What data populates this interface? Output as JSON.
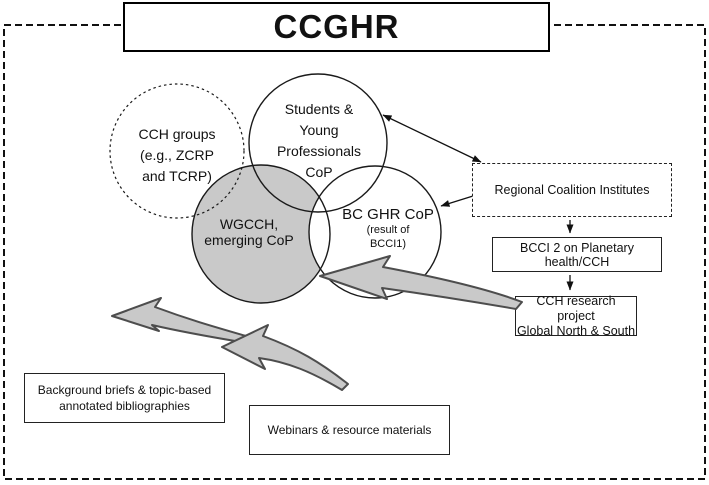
{
  "title": "CCGHR",
  "circles": {
    "cch_groups": {
      "label_lines": [
        "CCH groups",
        "(e.g., ZCRP",
        "and TCRP)"
      ]
    },
    "students": {
      "label_lines": [
        "Students &",
        "Young",
        "Professionals",
        "CoP"
      ]
    },
    "wgcch": {
      "label_lines": [
        "WGCCH,",
        "emerging CoP"
      ]
    },
    "bc_ghr": {
      "label": "BC GHR CoP",
      "sub_lines": [
        "(result of",
        "BCCI1)"
      ]
    }
  },
  "boxes": {
    "regional": {
      "label": "Regional Coalition Institutes"
    },
    "bcci2": {
      "label": "BCCI 2 on Planetary health/CCH"
    },
    "research": {
      "label_lines": [
        "CCH research project",
        "Global North & South"
      ]
    },
    "background": {
      "label_lines": [
        "Background briefs & topic-based",
        "annotated bibliographies"
      ]
    },
    "webinars": {
      "label": "Webinars & resource materials"
    }
  },
  "colors": {
    "circle_gray_fill": "#c9c9c9",
    "swoosh_fill": "#c9c9c9",
    "swoosh_stroke": "#4d4d4d",
    "line": "#111111"
  }
}
